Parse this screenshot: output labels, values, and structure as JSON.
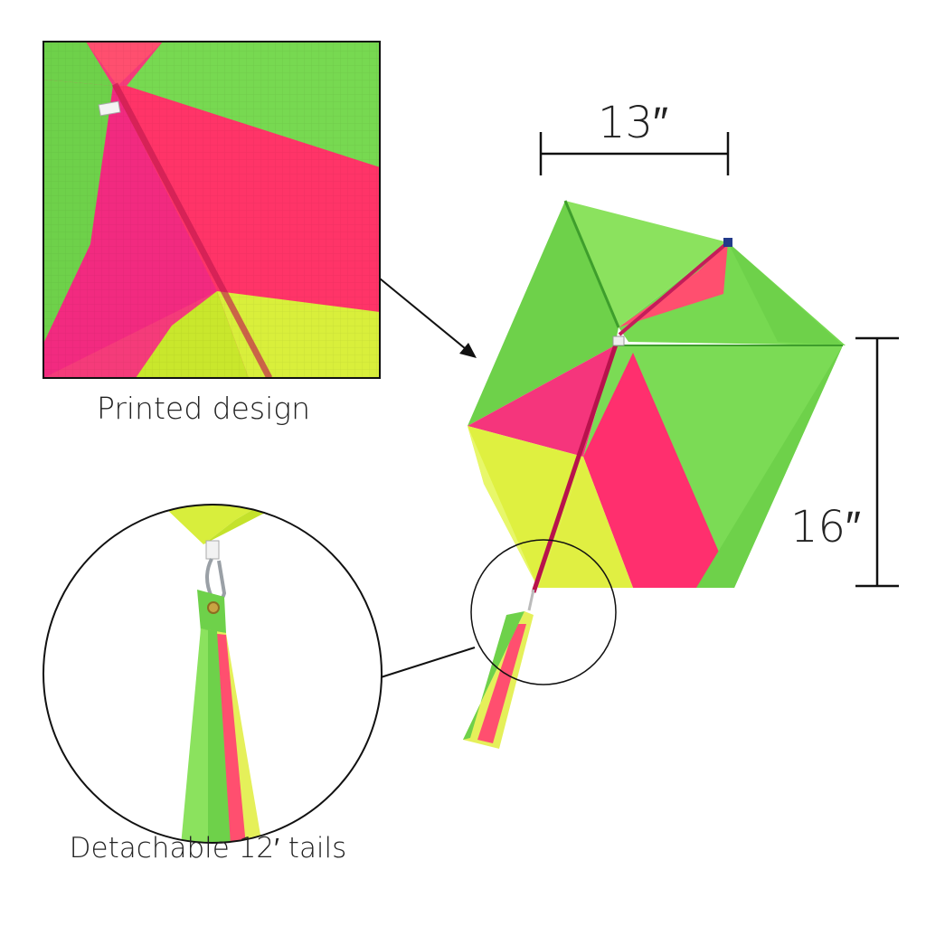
{
  "labels": {
    "printed_design": "Printed design",
    "detachable_tails": "Detachable 12′ tails",
    "width_dimension": "13″",
    "height_dimension": "16″"
  },
  "colors": {
    "green": "#6ed14a",
    "green_light": "#8be25e",
    "pink": "#ff2f6e",
    "magenta": "#f0237a",
    "yellow": "#dff040",
    "yellow_light": "#e8f76a",
    "line": "#111111"
  }
}
